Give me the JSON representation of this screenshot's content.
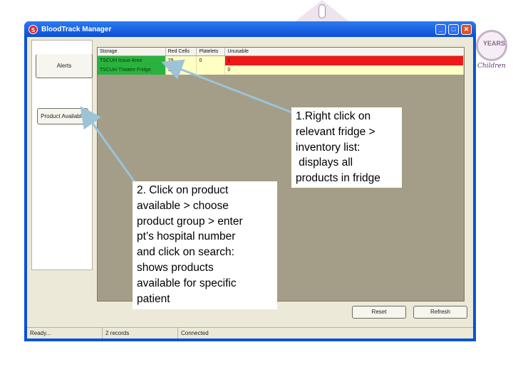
{
  "window": {
    "title": "BloodTrack Manager",
    "icon_text": "S"
  },
  "sidebar": {
    "alerts_label": "Alerts",
    "product_label": "Product Available"
  },
  "table": {
    "columns": [
      "Storage",
      "Red Cells",
      "Platelets",
      "Unusable"
    ],
    "rows": [
      {
        "storage": "TSCUH Issue Area",
        "red_cells": "29",
        "platelets": "0",
        "unusable": "1"
      },
      {
        "storage": "TSCUH Theatre Fridge",
        "red_cells": "1",
        "platelets": "",
        "unusable": "0"
      }
    ],
    "colors": {
      "storage_cell": "#2ab23e",
      "alert_cell": "#ef1818",
      "row_bg": "#ffffc4"
    }
  },
  "buttons": {
    "reset": "Reset",
    "refresh": "Refresh"
  },
  "status": {
    "state": "Ready...",
    "records": "2 records",
    "connection": "Connected"
  },
  "logo": {
    "years": "YEARS",
    "tagline": "Children"
  },
  "callouts": {
    "one": [
      "1.Right click on",
      "relevant fridge >",
      "inventory list:",
      " displays all",
      "products in fridge"
    ],
    "two": [
      "2. Click on product",
      "available > choose",
      "product group > enter",
      "pt’s hospital number",
      "and click on search:",
      "shows products",
      "available for specific",
      "patient"
    ]
  }
}
